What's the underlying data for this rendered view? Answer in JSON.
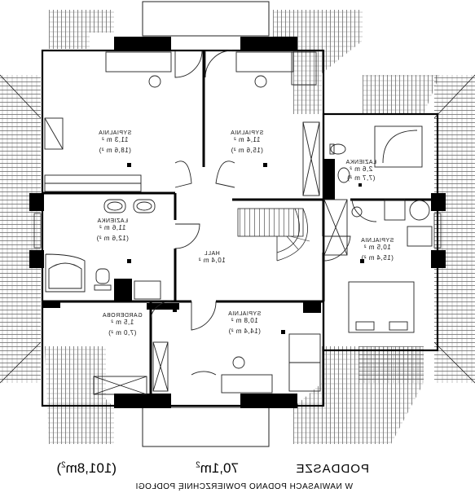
{
  "title": "PODDASZE",
  "subtitle": "W NAWIASACH PODANO POWIERZCHNIĘ PODŁOGI",
  "total": {
    "net": "70,1m",
    "net_sup": "2",
    "floor": "(101,8m",
    "floor_sup": "2",
    "floor_close": ")"
  },
  "rooms": [
    {
      "id": "bed-nw",
      "name": "SYPIALNIA",
      "area": "11,3 m ²",
      "floor": "(18,6 m ²)"
    },
    {
      "id": "bed-nc",
      "name": "SYPIALNIA",
      "area": "11,4 m ²",
      "floor": "(15,6 m ²)"
    },
    {
      "id": "bath-ne",
      "name": "ŁAZIENKA",
      "area": "2,6 m ²",
      "floor": "(7,7 m ²)"
    },
    {
      "id": "bath-w",
      "name": "ŁAZIENKA",
      "area": "11,6 m ²",
      "floor": "(12,6 m ²)"
    },
    {
      "id": "hall",
      "name": "HALL",
      "area": "10,4 m ²",
      "floor": ""
    },
    {
      "id": "bed-e",
      "name": "SYPIALNIA",
      "area": "10,5 m ²",
      "floor": "(15,4 m ²)"
    },
    {
      "id": "wardrobe",
      "name": "GARDEROBA",
      "area": "1,5 m ²",
      "floor": "(7,0 m ²)"
    },
    {
      "id": "bed-s",
      "name": "SYPIALNIA",
      "area": "10,8 m ²",
      "floor": "(14,4 m ²)"
    }
  ],
  "colors": {
    "wall": "#000000",
    "line": "#222222",
    "roof": "#444444"
  }
}
